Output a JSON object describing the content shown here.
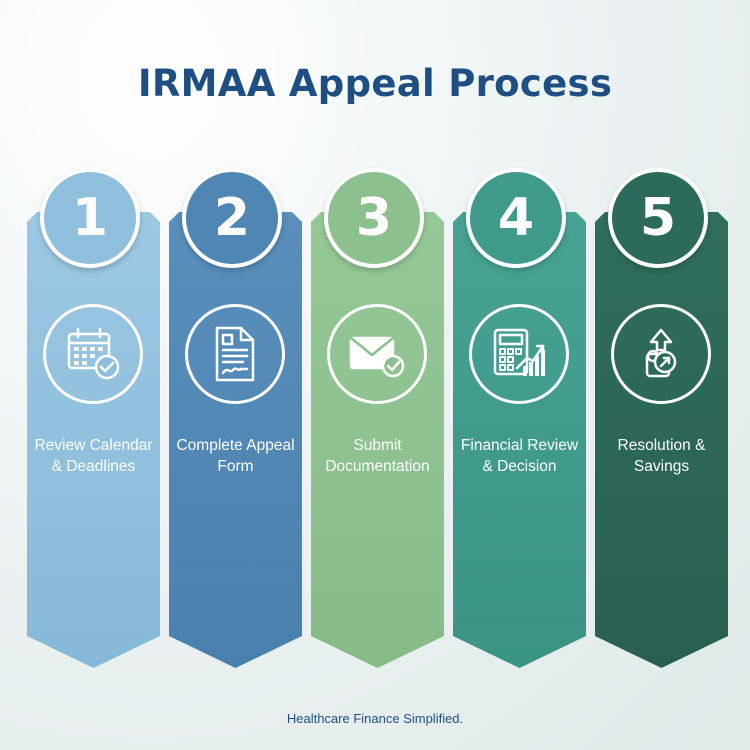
{
  "title": "IRMAA Appeal Process",
  "steps": [
    {
      "number": "1",
      "label": "Review Calendar & Deadlines",
      "icon": "calendar-check-icon",
      "color": "#8fbfdc"
    },
    {
      "number": "2",
      "label": "Complete Appeal Form",
      "icon": "document-signature-icon",
      "color": "#4f86b4"
    },
    {
      "number": "3",
      "label": "Submit Documentation",
      "icon": "envelope-check-icon",
      "color": "#8cc08f"
    },
    {
      "number": "4",
      "label": "Financial Review & Decision",
      "icon": "calculator-chart-icon",
      "color": "#3f9a8c"
    },
    {
      "number": "5",
      "label": "Resolution & Savings",
      "icon": "piggy-bank-arrow-icon",
      "color": "#2c6a5b"
    }
  ],
  "footer": "Healthcare Finance Simplified."
}
